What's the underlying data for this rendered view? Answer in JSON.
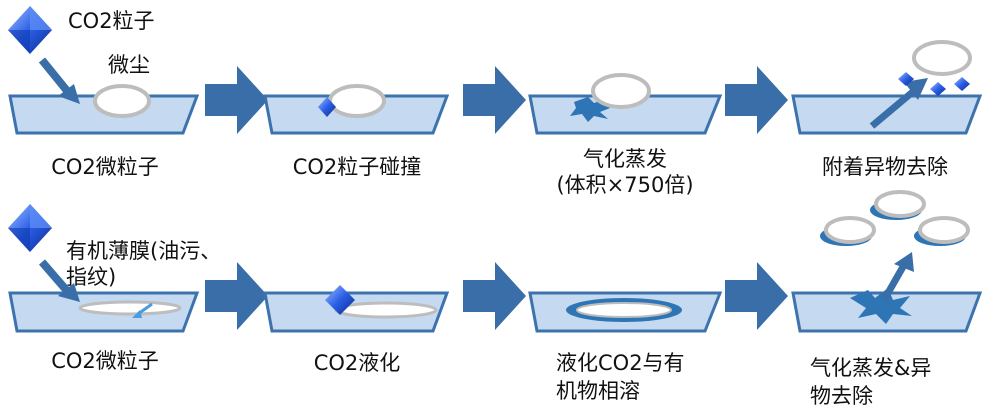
{
  "legend": {
    "particle": "CO2粒子",
    "dust": "微尘",
    "film_line1": "有机薄膜(油污、",
    "film_line2": "指纹)"
  },
  "row1": {
    "step1": "CO2微粒子",
    "step2": "CO2粒子碰撞",
    "step3_line1": "气化蒸发",
    "step3_line2": "(体积×750倍)",
    "step4": "附着异物去除"
  },
  "row2": {
    "step1": "CO2微粒子",
    "step2": "CO2液化",
    "step3_line1": "液化CO2与有",
    "step3_line2": "机物相溶",
    "step4_line1": "气化蒸发&异",
    "step4_line2": "物去除"
  },
  "colors": {
    "plate_fill": "#c5d9f1",
    "plate_stroke": "#3d73ad",
    "arrow": "#3a6ea8",
    "particle": "#1f4fd6",
    "dust_ring": "#bdbdbd",
    "spot": "#2e75b6"
  }
}
